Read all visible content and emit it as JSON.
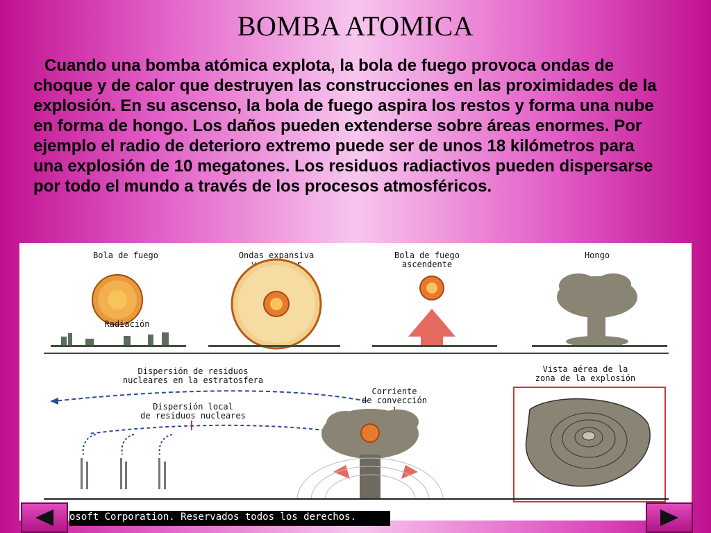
{
  "slide": {
    "title": "BOMBA ATOMICA",
    "text": "Cuando una bomba atómica explota, la bola de fuego provoca ondas de choque y de calor que destruyen las construcciones en las proximidades de la explosión. En su ascenso, la bola de fuego aspira los restos y forma una nube en forma de hongo. Los daños pueden extenderse sobre áreas enormes. Por ejemplo el radio de deterioro extremo puede ser de unos 18 kilómetros para una explosión de 10 megatones. Los residuos radiactivos pueden dispersarse por todo el mundo a través de los procesos atmosféricos."
  },
  "figure": {
    "panel1": {
      "title": "Bola de fuego",
      "sub": "Radiación"
    },
    "panel2": {
      "title_l1": "Ondas expansiva",
      "title_l2": "y de calor"
    },
    "panel3": {
      "title_l1": "Bola de fuego",
      "title_l2": "ascendente"
    },
    "panel4": {
      "title": "Hongo"
    },
    "bottom": {
      "dispersion_l1": "Dispersión de residuos",
      "dispersion_l2": "nucleares en la estratosfera",
      "local_l1": "Dispersión local",
      "local_l2": "de residuos nucleares",
      "convection_l1": "Corriente",
      "convection_l2": "de convección",
      "aerial_l1": "Vista aérea de la",
      "aerial_l2": "zona de la explosión"
    }
  },
  "footer": {
    "copyright": "osoft Corporation. Reservados todos los derechos."
  },
  "nav": {
    "prev_icon": "triangle-left-icon",
    "next_icon": "triangle-right-icon"
  },
  "colors": {
    "accent": "#c0118f",
    "fireball": "#e89a3a",
    "smoke": "#8a8474",
    "blast_arrow": "#e46a60"
  }
}
